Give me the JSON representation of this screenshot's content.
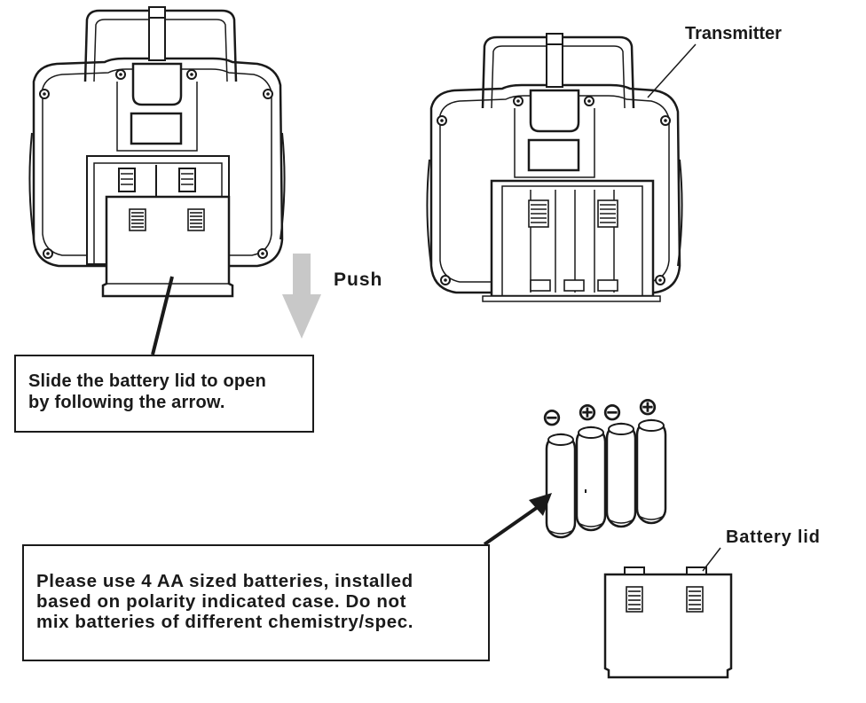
{
  "labels": {
    "transmitter": "Transmitter",
    "push": "Push",
    "battery_lid": "Battery lid"
  },
  "notes": {
    "slide": [
      "Slide the battery lid to open",
      "by following the arrow."
    ],
    "batteries": [
      "Please use 4 AA sized batteries, installed",
      "based on polarity indicated case. Do not",
      "mix batteries of different chemistry/spec."
    ]
  },
  "polarity": [
    "⊖",
    "⊕",
    "⊖",
    "⊕"
  ],
  "colors": {
    "line": "#1a1a1a",
    "arrow": "#c8c8c8",
    "fill": "#ffffff"
  }
}
